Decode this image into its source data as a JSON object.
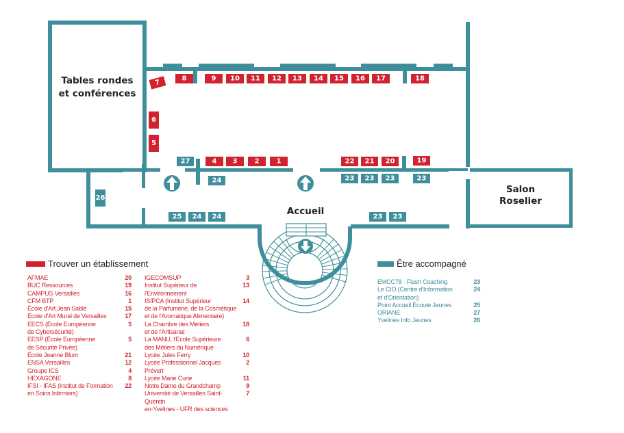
{
  "colors": {
    "red": "#d0232e",
    "teal": "#3e8f9b",
    "text": "#222222"
  },
  "rooms": {
    "tables_rondes": [
      "Tables rondes",
      "et conférences"
    ],
    "salon": [
      "Salon",
      "Roselier"
    ],
    "accueil": "Accueil"
  },
  "icons": {
    "entrance_arrow": "up-arrow-icon",
    "exit_arrow": "down-arrow-icon"
  },
  "booths": {
    "b7": "7",
    "b8": "8",
    "b9": "9",
    "b10": "10",
    "b11": "11",
    "b12": "12",
    "b13": "13",
    "b14": "14",
    "b15": "15",
    "b16": "16",
    "b17": "17",
    "b18": "18",
    "b6": "6",
    "b5": "5",
    "b27": "27",
    "b4": "4",
    "b3": "3",
    "b2": "2",
    "b1": "1",
    "b22": "22",
    "b21": "21",
    "b20": "20",
    "b19": "19",
    "b24a": "24",
    "b23a": "23",
    "b23b": "23",
    "b23c": "23",
    "b23d": "23",
    "b26": "26",
    "b25": "25",
    "b24b": "24",
    "b24c": "24",
    "b23e": "23",
    "b23f": "23"
  },
  "legend_red": {
    "title": "Trouver un établissement",
    "col1": [
      {
        "name": "AFMAE",
        "num": "20"
      },
      {
        "name": "BUC Ressources",
        "num": "19"
      },
      {
        "name": "CAMPUS Versailles",
        "num": "16"
      },
      {
        "name": "CFM BTP",
        "num": "1"
      },
      {
        "name": "École d'Art Jean Sablé",
        "num": "15"
      },
      {
        "name": "École d'Art Mural de Versailles",
        "num": "17"
      },
      {
        "name": "EECS (École Européenne",
        "num": "5"
      },
      {
        "name": "de Cybersécurité)",
        "num": ""
      },
      {
        "name": "EESP (École Européenne",
        "num": "5"
      },
      {
        "name": "de Sécurité Privée)",
        "num": ""
      },
      {
        "name": "École Jeanne Blum",
        "num": "21"
      },
      {
        "name": "ENSA Versailles",
        "num": "12"
      },
      {
        "name": "Groupe ICS",
        "num": "4"
      },
      {
        "name": "HEXAGONE",
        "num": "8"
      },
      {
        "name": "IFSI - IFAS (Institut de Formation",
        "num": "22"
      },
      {
        "name": "en Soins Infirmiers)",
        "num": ""
      }
    ],
    "col2": [
      {
        "name": "IGECOMSUP",
        "num": "3"
      },
      {
        "name": "Institut Supérieur de l'Environnement",
        "num": "13"
      },
      {
        "name": "ISIPCA (Institut Supérieur",
        "num": "14"
      },
      {
        "name": "de la Parfumerie, de la Cosmétique",
        "num": ""
      },
      {
        "name": "et de l'Aromatique Alimentaire)",
        "num": ""
      },
      {
        "name": "La Chambre des Métiers",
        "num": "18"
      },
      {
        "name": "et de l'Artisanat",
        "num": ""
      },
      {
        "name": "La MANU, l'Ecole Supérieure",
        "num": "6"
      },
      {
        "name": "des Métiers du Numérique",
        "num": ""
      },
      {
        "name": "Lycée Jules Ferry",
        "num": "10"
      },
      {
        "name": "Lycée Professionnel Jacques Prévert",
        "num": "2"
      },
      {
        "name": "Lycée Marie Curie",
        "num": "11"
      },
      {
        "name": "Notre Dame du Grandchamp",
        "num": "9"
      },
      {
        "name": "Université de Versailles Saint-Quentin",
        "num": "7"
      },
      {
        "name": "en-Yvelines - UFR des sciences",
        "num": ""
      }
    ]
  },
  "legend_teal": {
    "title": "Être accompagné",
    "items": [
      {
        "name": "EMCC78 - Flash Coaching",
        "num": "23"
      },
      {
        "name": "Le CIO (Centre d'Information",
        "num": "24"
      },
      {
        "name": "et d'Orientation)",
        "num": ""
      },
      {
        "name": "Point Accueil Écoute Jeunes",
        "num": "25"
      },
      {
        "name": "ORIANE",
        "num": "27"
      },
      {
        "name": "Yvelines Info Jeunes",
        "num": "26"
      }
    ]
  }
}
